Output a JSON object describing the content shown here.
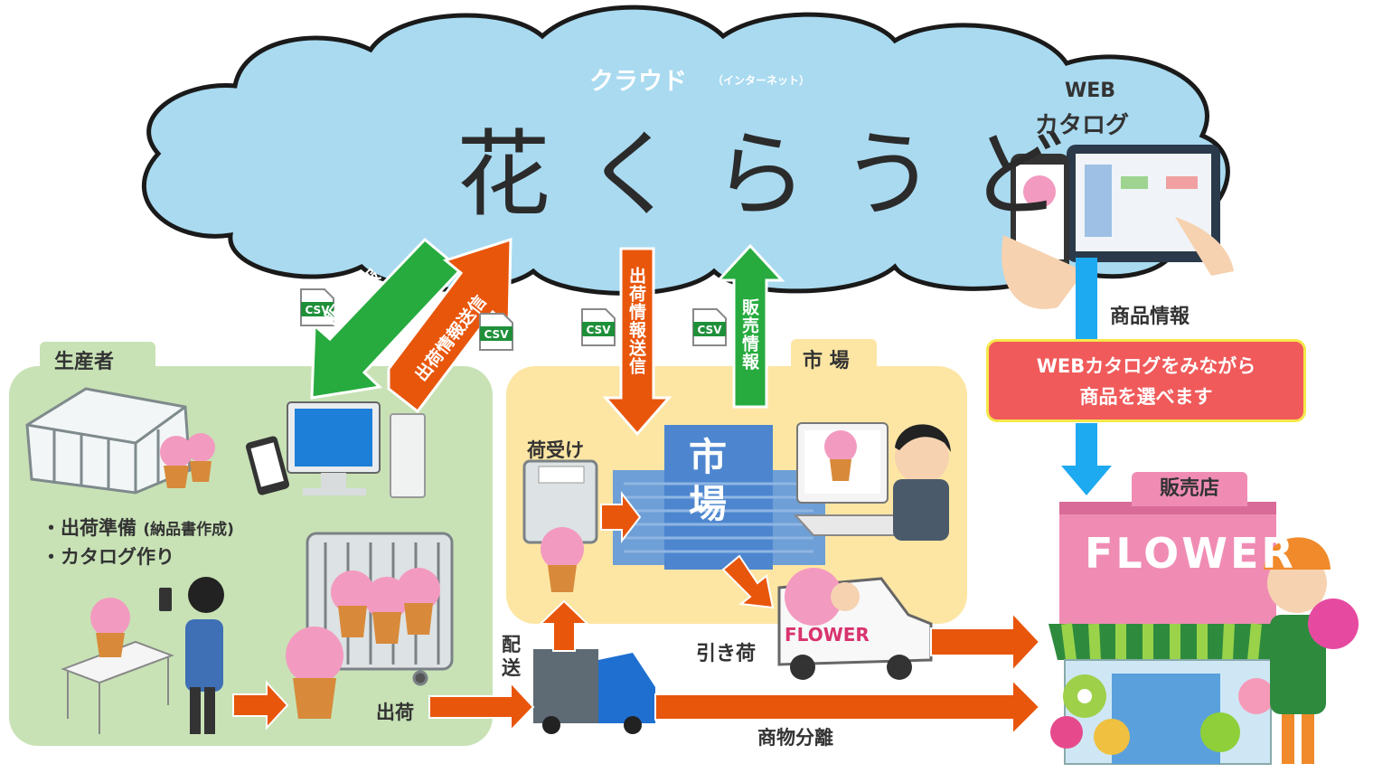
{
  "cloud": {
    "title": "クラウド",
    "subtitle": "（インターネット）",
    "logo_text": "花くらうど",
    "web_catalog_line1": "WEB",
    "web_catalog_line2": "カタログ"
  },
  "flows": {
    "sales_info_left": "販売情報",
    "shipping_info_send_left": "出荷情報送信",
    "shipping_info_send_market": "出荷情報送信",
    "sales_info_market": "販売情報",
    "csv_label": "CSV"
  },
  "producer": {
    "tag": "生産者",
    "task1": "・出荷準備",
    "task1_note": "(納品書作成)",
    "task2": "・カタログ作り",
    "ship_label": "出荷"
  },
  "market": {
    "tag": "市 場",
    "receive_label": "荷受け",
    "building_text": "市場",
    "pickup_label": "引き荷",
    "van_text": "FLOWER"
  },
  "logistics": {
    "delivery_label": "配送",
    "separation_label": "商物分離"
  },
  "retail": {
    "product_info_label": "商品情報",
    "callout_line1": "WEBカタログをみながら",
    "callout_line2": "商品を選べます",
    "tag": "販売店",
    "shop_sign": "FLOWER"
  },
  "colors": {
    "cloud_fill": "#a9daf0",
    "producer_bg": "#c8e2b6",
    "market_bg": "#fde6a4",
    "arrow_orange": "#e8560c",
    "arrow_green": "#27ab3f",
    "arrow_blue": "#1eaaf0",
    "callout_red": "#f05a5a",
    "shop_pink": "#f08cb4"
  }
}
